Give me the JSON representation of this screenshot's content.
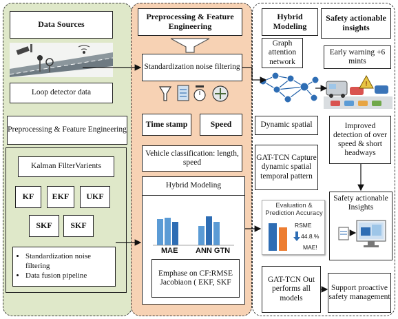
{
  "sections": {
    "data_sources": "Data Sources",
    "preprocessing": "Preprocessing & Feature Engineering",
    "hybrid": "Hybrid Modeling",
    "safety": "Safety actionable insights"
  },
  "left": {
    "loop_detector": "Loop detector data",
    "preproc_box": "Preprocessing & Feature Engineering",
    "kalman": "Kalman FilterVarients",
    "filters": [
      "KF",
      "EKF",
      "UKF",
      "SKF",
      "SKF"
    ],
    "bullets": [
      "Standardization noise filtering",
      "Data fusion pipeline"
    ]
  },
  "middle": {
    "std_filter": "Standardization noise filtering",
    "time_stamp": "Time stamp",
    "speed": "Speed",
    "vehicle_class": "Vehicle classification: length, speed",
    "hybrid_modeling": "Hybrid Modeling",
    "bar_labels": [
      "MAE",
      "ANN GTN"
    ],
    "emphasis": "Emphase on CF:RMSE Jacobiaon ( EKF, SKF"
  },
  "hybrid_col": {
    "gat": "Graph attention network",
    "dynamic": "Dynamic spatial",
    "gat_tcn": "GAT-TCN Capture dynamic spatial temporal pattern",
    "eval_title": "Evaluation & Prediction Accuracy",
    "rsme": "RSME",
    "pct": "44.8.%",
    "mae": "MAE!",
    "outperform": "GAT-TCN Out performs all models"
  },
  "safety_col": {
    "early_warning": "Early warning +6 mints",
    "improved": "Improved detection of over speed & short headways",
    "insights": "Safety actionable Insights",
    "support": "Support proactive safety management"
  },
  "colors": {
    "green_panel": "#dfe8c9",
    "orange_panel": "#f7d2b4",
    "bar_blue": "#2e6db4",
    "bar_light": "#5b9bd5",
    "bar_orange": "#ed7d31",
    "graph_blue": "#1f5fa8"
  }
}
